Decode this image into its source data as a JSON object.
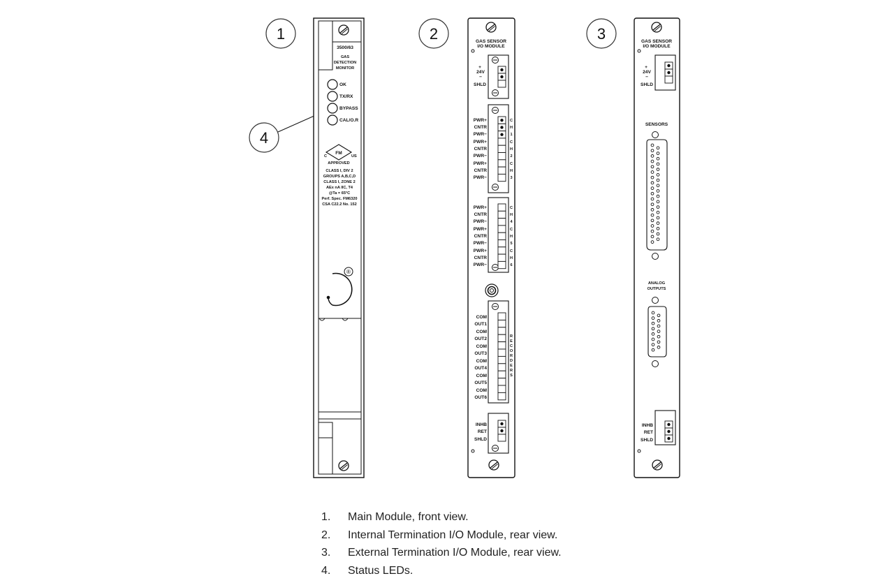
{
  "callouts": [
    "1",
    "2",
    "3",
    "4"
  ],
  "module1": {
    "model": "3500/63",
    "title_lines": [
      "GAS",
      "DETECTION",
      "MONITOR"
    ],
    "leds": [
      "OK",
      "TX/RX",
      "BYPASS",
      "CAL/O.R"
    ],
    "approval_mark": "FM",
    "approval_c": "C",
    "approval_us": "US",
    "approved": "APPROVED",
    "cert_lines": [
      "CLASS I, DIV 2",
      "GROUPS A,B,C,D",
      "CLASS I, ZONE 2",
      "AEx nA IIC, T4",
      "@Ta = 65°C",
      "Perf. Spec. FM6320",
      "CSA C22.2 No. 152"
    ],
    "registered": "®"
  },
  "module2": {
    "title_lines": [
      "GAS  SENSOR",
      "I/O  MODULE"
    ],
    "power_plus": "+",
    "power_v": "24V",
    "power_minus": "−",
    "power_shld": "SHLD",
    "channel_rows": [
      "PWR+",
      "CNTR",
      "PWR−"
    ],
    "ch_labels": [
      [
        "C",
        "H",
        "1"
      ],
      [
        "C",
        "H",
        "2"
      ],
      [
        "C",
        "H",
        "3"
      ],
      [
        "C",
        "H",
        "4"
      ],
      [
        "C",
        "H",
        "5"
      ],
      [
        "C",
        "H",
        "6"
      ]
    ],
    "out_rows": [
      "COM",
      "OUT1",
      "COM",
      "OUT2",
      "COM",
      "OUT3",
      "COM",
      "OUT4",
      "COM",
      "OUT5",
      "COM",
      "OUT6"
    ],
    "recorders": [
      "R",
      "E",
      "C",
      "O",
      "R",
      "D",
      "E",
      "R",
      "S"
    ],
    "bottom_rows": [
      "INHB",
      "RET",
      "SHLD"
    ]
  },
  "module3": {
    "title_lines": [
      "GAS  SENSOR",
      "I/O  MODULE"
    ],
    "power_plus": "+",
    "power_v": "24V",
    "power_minus": "−",
    "power_shld": "SHLD",
    "sensors": "SENSORS",
    "analog_lines": [
      "ANALOG",
      "OUTPUTS"
    ],
    "bottom_rows": [
      "INHB",
      "RET",
      "SHLD"
    ]
  },
  "legend": [
    {
      "num": "1.",
      "text": "Main Module, front view."
    },
    {
      "num": "2.",
      "text": "Internal Termination I/O Module, rear view."
    },
    {
      "num": "3.",
      "text": "External Termination I/O Module, rear view."
    },
    {
      "num": "4.",
      "text": "Status LEDs."
    }
  ]
}
